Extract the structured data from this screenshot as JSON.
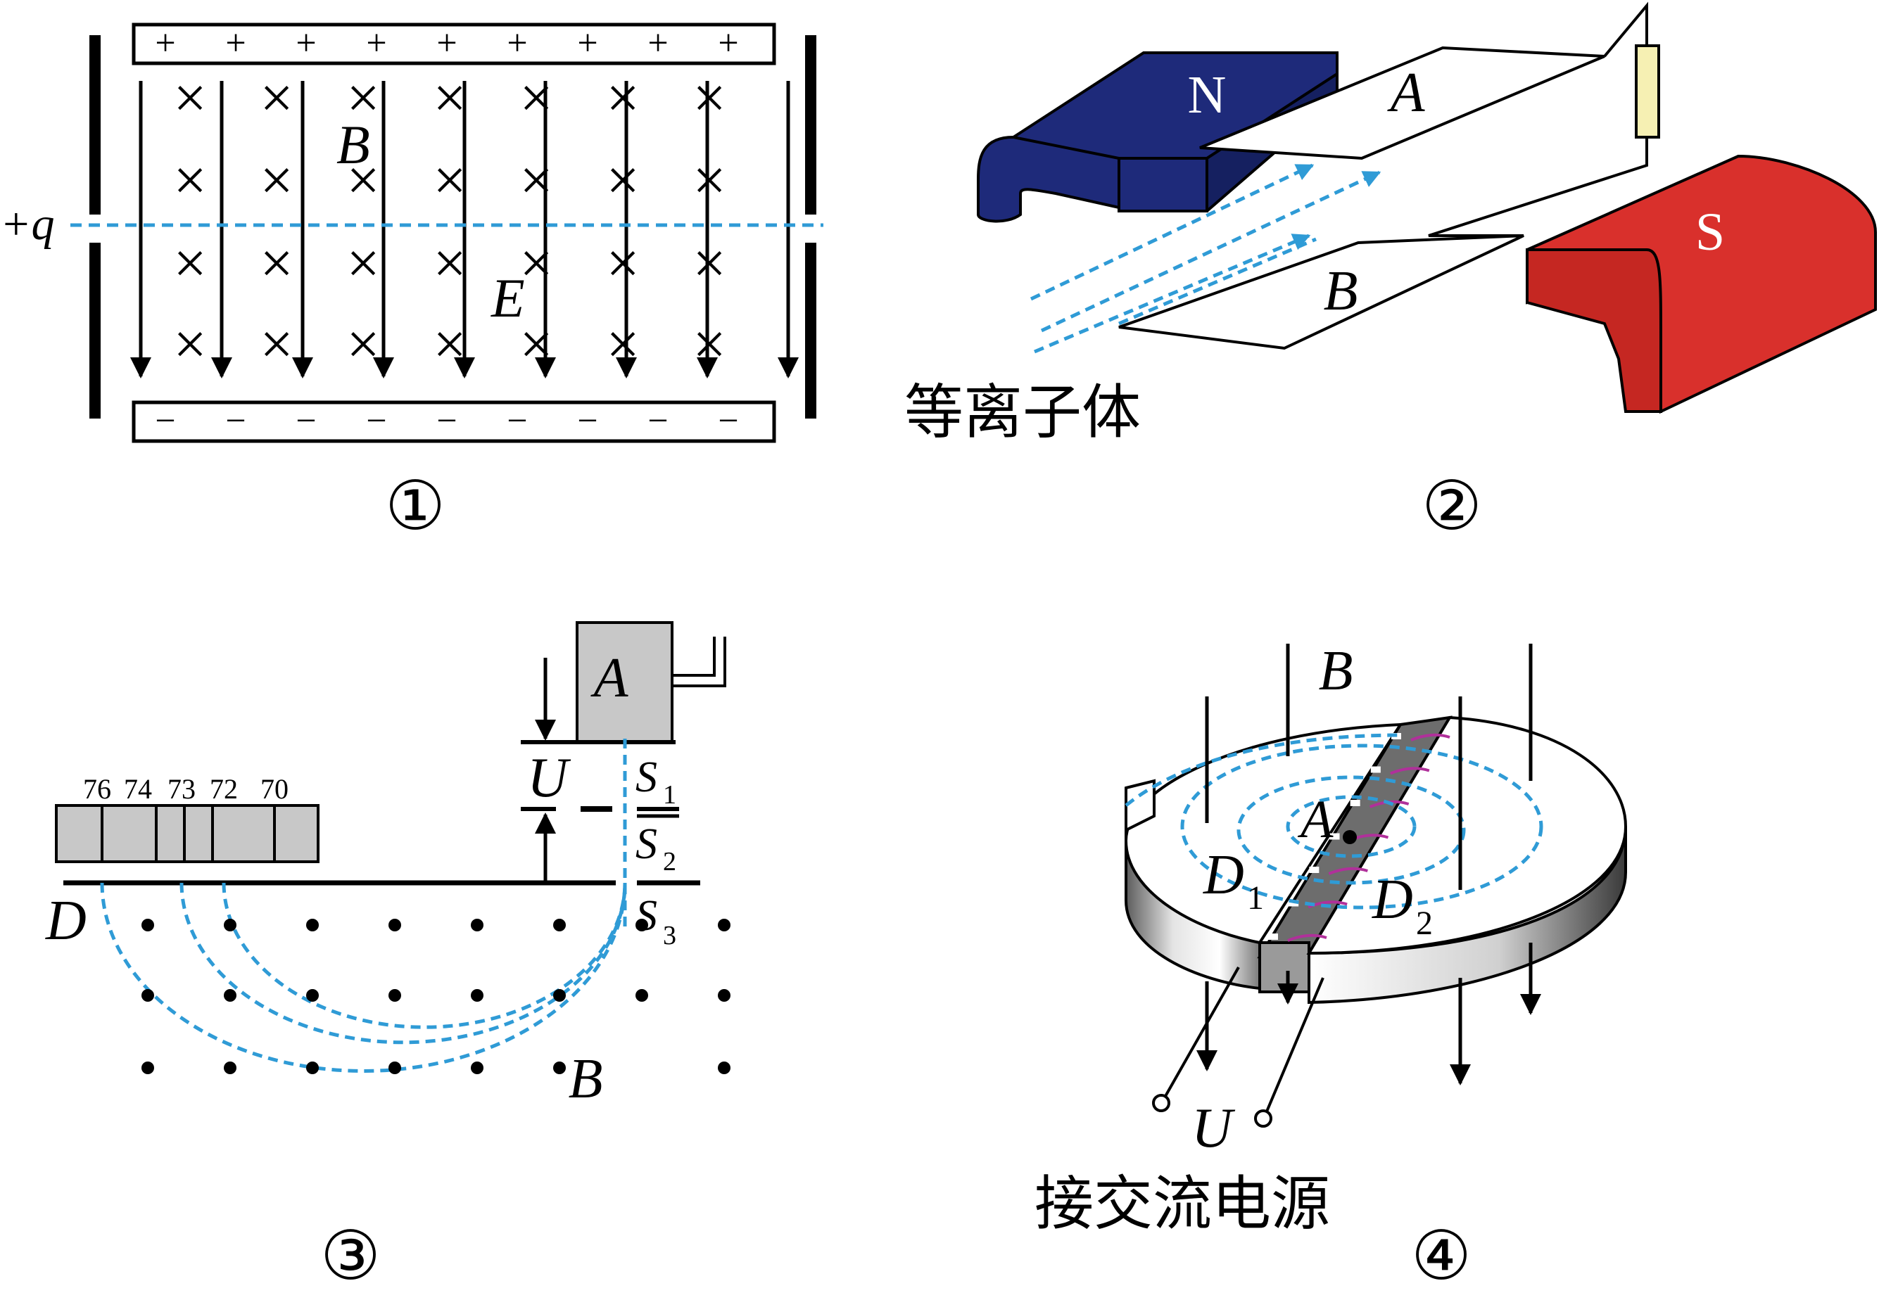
{
  "colors": {
    "line": "#000000",
    "beam": "#2f9bd6",
    "magnet_n": "#1e2a7a",
    "magnet_s": "#d9302c",
    "resistor": "#f6f0b3",
    "gray_block": "#c8c8c8",
    "coil": "#b0309a"
  },
  "panel1": {
    "caption": "①",
    "plus_signs": [
      "+",
      "+",
      "+",
      "+",
      "+",
      "+",
      "+",
      "+",
      "+"
    ],
    "minus_signs": [
      "−",
      "−",
      "−",
      "−",
      "−",
      "−",
      "−",
      "−",
      "−"
    ],
    "cross_mark": "×",
    "label_B": "B",
    "label_E": "E",
    "charge_label": "+q"
  },
  "panel2": {
    "caption": "②",
    "north_label": "N",
    "south_label": "S",
    "plate_a_label": "A",
    "plate_b_label": "B",
    "plasma_label": "等离子体"
  },
  "panel3": {
    "caption": "③",
    "source_label": "A",
    "voltage_label": "U",
    "slit_labels": [
      {
        "main": "S",
        "sub": "1"
      },
      {
        "main": "S",
        "sub": "2"
      },
      {
        "main": "S",
        "sub": "3"
      }
    ],
    "detector_label": "D",
    "field_label": "B",
    "mass_numbers": [
      "76",
      "74",
      "73",
      "72",
      "70"
    ]
  },
  "panel4": {
    "caption": "④",
    "field_label": "B",
    "center_label": "A",
    "d1_label": {
      "main": "D",
      "sub": "1"
    },
    "d2_label": {
      "main": "D",
      "sub": "2"
    },
    "voltage_label": "U",
    "source_label": "接交流电源"
  }
}
